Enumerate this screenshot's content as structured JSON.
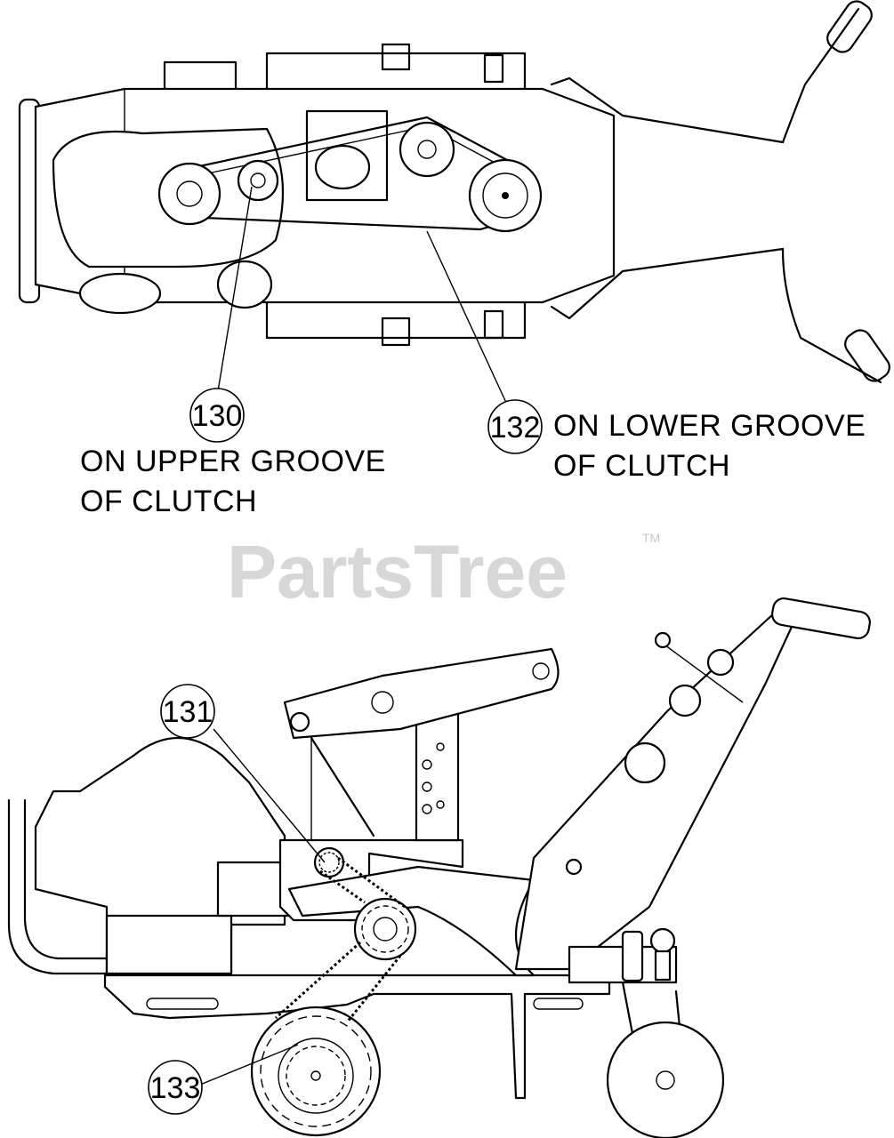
{
  "callouts": {
    "c130": "130",
    "c132": "132",
    "c131": "131",
    "c133": "133"
  },
  "notes": {
    "upper_line1": "ON UPPER GROOVE",
    "upper_line2": "OF CLUTCH",
    "lower_line1": "ON LOWER GROOVE",
    "lower_line2": "OF CLUTCH"
  },
  "watermark": {
    "text": "PartsTree",
    "trademark": "TM"
  },
  "colors": {
    "line": "#000000",
    "watermark": "#d7d7d7",
    "background": "#ffffff"
  }
}
